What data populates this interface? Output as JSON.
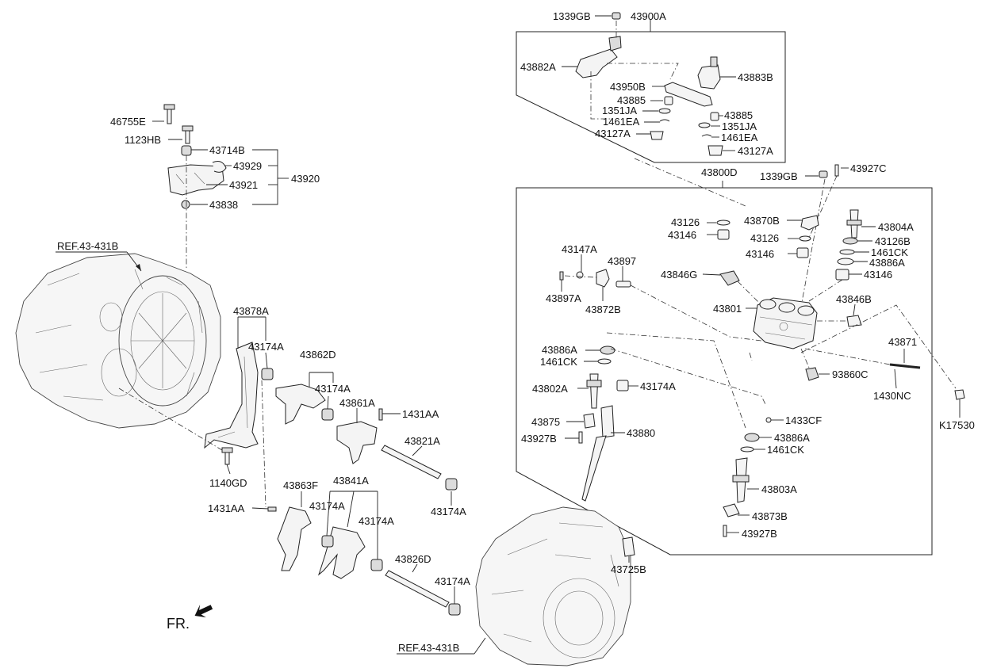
{
  "labels": {
    "p1339GB_top": "1339GB",
    "p43900A": "43900A",
    "p43882A": "43882A",
    "p43883B": "43883B",
    "p43950B": "43950B",
    "p43885_l": "43885",
    "p1351JA_l": "1351JA",
    "p1461EA_l": "1461EA",
    "p43127A_l": "43127A",
    "p43885_r": "43885",
    "p1351JA_r": "1351JA",
    "p1461EA_r": "1461EA",
    "p43127A_r": "43127A",
    "p46755E": "46755E",
    "p1123HB": "1123HB",
    "p43714B": "43714B",
    "p43929": "43929",
    "p43921": "43921",
    "p43920": "43920",
    "p43838": "43838",
    "pREF_top": "REF.43-431B",
    "p43878A": "43878A",
    "p43174A_1": "43174A",
    "p43862D": "43862D",
    "p43174A_2": "43174A",
    "p43861A": "43861A",
    "p1431AA_r": "1431AA",
    "p43821A": "43821A",
    "p43174A_3": "43174A",
    "p1140GD": "1140GD",
    "p43863F": "43863F",
    "p43841A": "43841A",
    "p1431AA_l": "1431AA",
    "p43174A_4": "43174A",
    "p43174A_5": "43174A",
    "p43826D": "43826D",
    "p43174A_6": "43174A",
    "pFR": "FR.",
    "pREF_bottom": "REF.43-431B",
    "p43800D": "43800D",
    "p1339GB_mid": "1339GB",
    "p43927C": "43927C",
    "p43126_l": "43126",
    "p43146_l": "43146",
    "p43870B": "43870B",
    "p43126_m": "43126",
    "p43146_m": "43146",
    "p43804A": "43804A",
    "p43126B": "43126B",
    "p1461CK_tr": "1461CK",
    "p43886A_tr": "43886A",
    "p43146_r": "43146",
    "p43147A": "43147A",
    "p43897": "43897",
    "p43846G": "43846G",
    "p43897A": "43897A",
    "p43872B": "43872B",
    "p43801": "43801",
    "p43846B": "43846B",
    "p43871": "43871",
    "p43886A_l": "43886A",
    "p1461CK_l": "1461CK",
    "p43802A": "43802A",
    "p43174A_7": "43174A",
    "p93860C": "93860C",
    "p1430NC": "1430NC",
    "pK17530": "K17530",
    "p43875": "43875",
    "p1433CF": "1433CF",
    "p43927B_l": "43927B",
    "p43880": "43880",
    "p43886A_b": "43886A",
    "p1461CK_b": "1461CK",
    "p43803A": "43803A",
    "p43873B": "43873B",
    "p43927B_r": "43927B",
    "p43725B": "43725B"
  }
}
